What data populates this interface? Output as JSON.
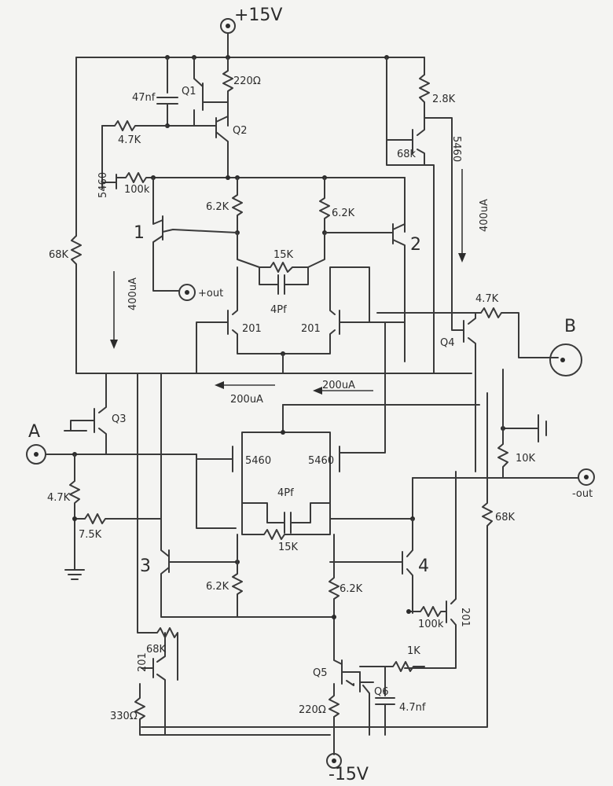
{
  "supplies": {
    "pos": "+15V",
    "neg": "-15V"
  },
  "ports": {
    "a": "A",
    "b": "B",
    "out_pos": "+out",
    "out_neg": "-out"
  },
  "transistor_numbers": [
    "1",
    "2",
    "3",
    "4"
  ],
  "transistors": {
    "q1": "Q1",
    "q2": "Q2",
    "q3": "Q3",
    "q4": "Q4",
    "q5": "Q5",
    "q6": "Q6"
  },
  "resistors": {
    "r220_top": "220Ω",
    "r2_8k": "2.8K",
    "r4_7k_a": "4.7K",
    "r100k_a": "100k",
    "r6_2k_1": "6.2K",
    "r6_2k_2": "6.2K",
    "r15k_top": "15K",
    "r68k_left": "68K",
    "r68k_tr": "68k",
    "r4_7k_b": "4.7K",
    "r10k": "10K",
    "r68k_right": "68K",
    "r4_7k_c": "4.7K",
    "r7_5k": "7.5K",
    "r15k_bot": "15K",
    "r6_2k_3": "6.2K",
    "r6_2k_4": "6.2K",
    "r100k_b": "100k",
    "r68k_bl": "68K",
    "r1k": "1K",
    "r330": "330Ω",
    "r220_bot": "220Ω"
  },
  "capacitors": {
    "c47_top": "47nf",
    "c4pf_top": "4Pf",
    "c4pf_bot": "4Pf",
    "c47_bot": "4.7nf"
  },
  "parts": {
    "p5460_l": "5460",
    "p5460_r": "5460",
    "p5460_ml": "5460",
    "p5460_mr": "5460",
    "p201_ml": "201",
    "p201_mr": "201",
    "p201_bl": "201",
    "p201_br": "201"
  },
  "currents": {
    "i400_l": "400uA",
    "i400_r": "400uA",
    "i200_l": "200uA",
    "i200_r": "200uA"
  }
}
